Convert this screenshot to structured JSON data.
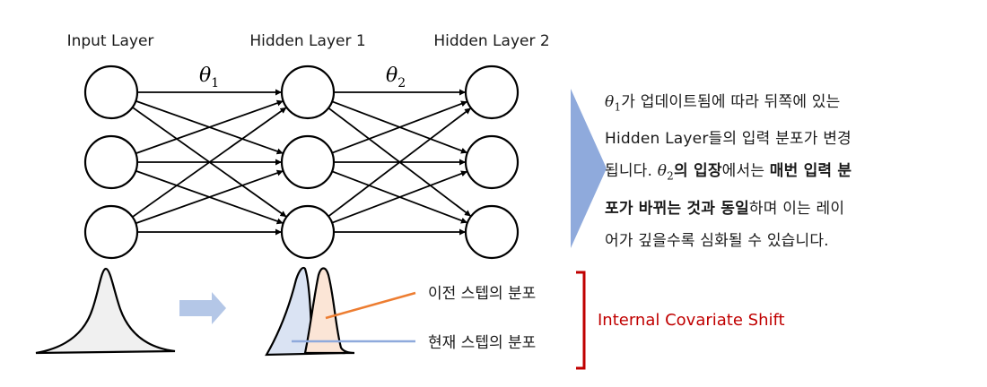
{
  "layers": [
    {
      "label": "Input Layer"
    },
    {
      "label": "Hidden Layer 1"
    },
    {
      "label": "Hidden Layer 2"
    }
  ],
  "weights": [
    {
      "symbol": "θ",
      "sub": "1"
    },
    {
      "symbol": "θ",
      "sub": "2"
    }
  ],
  "explanation": {
    "l1_a": "가 업데이트됨에 따라 뒤쪽에 있는",
    "l2": "Hidden Layer들의 입력 분포가 변경",
    "l3_a": "됩니다. ",
    "l3_b": "의 입장",
    "l3_c": "에서는 ",
    "l3_d": "매번 입력 분",
    "l4_a": "포가 바뀌는 것과 동일",
    "l4_b": "하며 이는 레이",
    "l5": "어가 깊을수록 심화될 수 있습니다."
  },
  "legend": {
    "previous": "이전 스텝의 분포",
    "current": "현재 스텝의 분포"
  },
  "bracket_label": "Internal Covariate Shift",
  "colors": {
    "arrow": "#8faadc",
    "previous_line": "#ed7d31",
    "previous_fill": "#fbe5d6",
    "current_line": "#8faadc",
    "current_fill": "#dae3f3",
    "bracket": "#c00000",
    "input_fill": "#f0f0f0"
  }
}
